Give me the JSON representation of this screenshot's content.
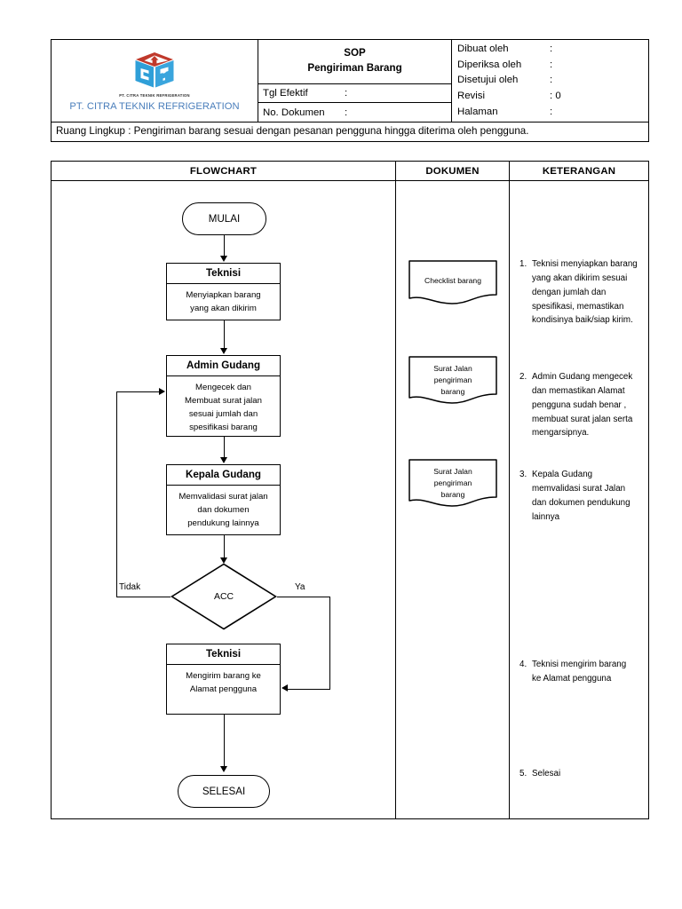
{
  "header": {
    "logo": {
      "icon": "ctr-cube-logo",
      "tagline": "PT. CITRA TEKNIK REFRIGERATION",
      "company": "PT. CITRA TEKNIK REFRIGERATION",
      "color_red": "#c0392b",
      "color_blue": "#2f9fd8",
      "color_company_text": "#4a7ebb"
    },
    "title": {
      "line1": "SOP",
      "line2": "Pengiriman Barang"
    },
    "fields": [
      {
        "label": "Tgl Efektif",
        "colon": ":",
        "value": ""
      },
      {
        "label": "No. Dokumen",
        "colon": ":",
        "value": ""
      }
    ],
    "meta": [
      {
        "label": "Dibuat oleh",
        "value": ":"
      },
      {
        "label": "Diperiksa oleh",
        "value": ":"
      },
      {
        "label": "Disetujui oleh",
        "value": ":"
      },
      {
        "label": "Revisi",
        "value": ": 0"
      },
      {
        "label": "Halaman",
        "value": ":"
      }
    ],
    "scope": "Ruang Lingkup : Pengiriman barang sesuai dengan pesanan pengguna hingga diterima oleh pengguna."
  },
  "columns": {
    "flowchart": "FLOWCHART",
    "dokumen": "DOKUMEN",
    "keterangan": "KETERANGAN"
  },
  "flowchart": {
    "start": "MULAI",
    "end": "SELESAI",
    "decision": "ACC",
    "branch_no": "Tidak",
    "branch_yes": "Ya",
    "steps": [
      {
        "role": "Teknisi",
        "body": "Menyiapkan barang\nyang akan dikirim"
      },
      {
        "role": "Admin Gudang",
        "body": "Mengecek dan\nMembuat surat jalan\nsesuai jumlah dan\nspesifikasi barang"
      },
      {
        "role": "Kepala Gudang",
        "body": "Memvalidasi surat jalan\ndan dokumen\npendukung lainnya"
      },
      {
        "role": "Teknisi",
        "body": "Mengirim barang ke\nAlamat pengguna"
      }
    ]
  },
  "dokumen": [
    {
      "text": "Checklist barang"
    },
    {
      "text": "Surat Jalan\npengiriman\nbarang"
    },
    {
      "text": "Surat Jalan\npengiriman\nbarang"
    }
  ],
  "keterangan": [
    {
      "num": "1.",
      "text": "Teknisi menyiapkan barang yang akan dikirim sesuai dengan jumlah dan spesifikasi, memastikan kondisinya baik/siap kirim."
    },
    {
      "num": "2.",
      "text": "Admin Gudang mengecek dan memastikan Alamat pengguna sudah benar , membuat surat jalan serta mengarsipnya."
    },
    {
      "num": "3.",
      "text": "Kepala Gudang memvalidasi surat Jalan dan dokumen pendukung lainnya"
    },
    {
      "num": "4.",
      "text": "Teknisi mengirim barang ke Alamat pengguna"
    },
    {
      "num": "5.",
      "text": "Selesai"
    }
  ]
}
